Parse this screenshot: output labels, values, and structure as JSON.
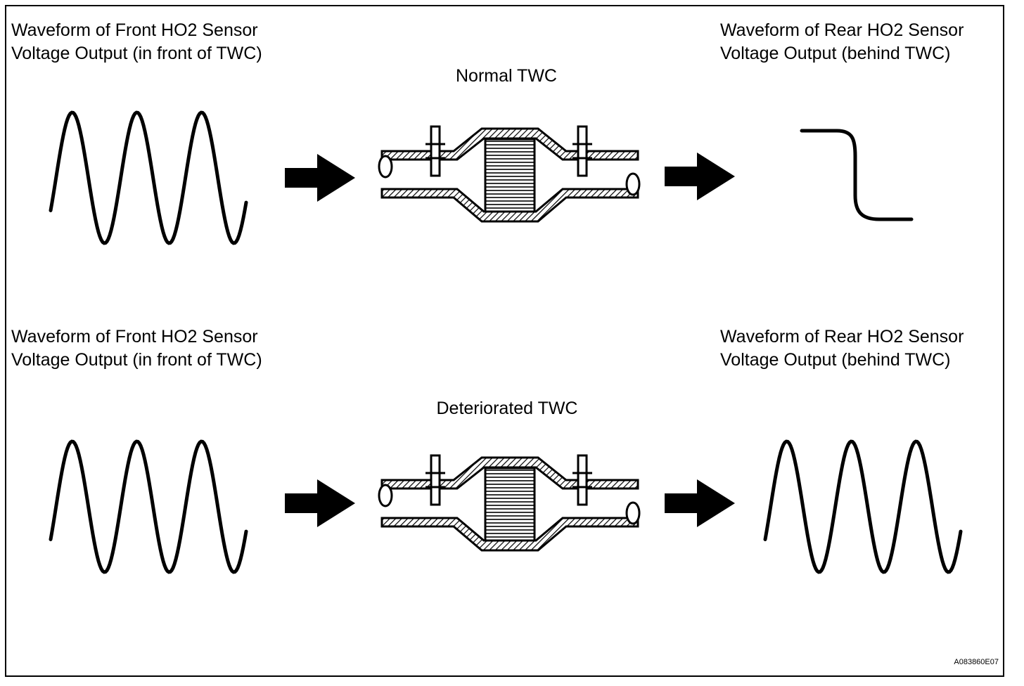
{
  "rows": [
    {
      "front_label": [
        "Waveform of Front HO2 Sensor",
        "Voltage Output (in front of TWC)"
      ],
      "catalyst_title": "Normal TWC",
      "rear_label": [
        "Waveform of Rear HO2 Sensor",
        "Voltage Output (behind TWC)"
      ],
      "rear_waveform": "step-down"
    },
    {
      "front_label": [
        "Waveform of Front HO2 Sensor",
        "Voltage Output (in front of TWC)"
      ],
      "catalyst_title": "Deteriorated TWC",
      "rear_label": [
        "Waveform of Rear HO2 Sensor",
        "Voltage Output (behind TWC)"
      ],
      "rear_waveform": "sine"
    }
  ],
  "figure_code": "A083860E07"
}
